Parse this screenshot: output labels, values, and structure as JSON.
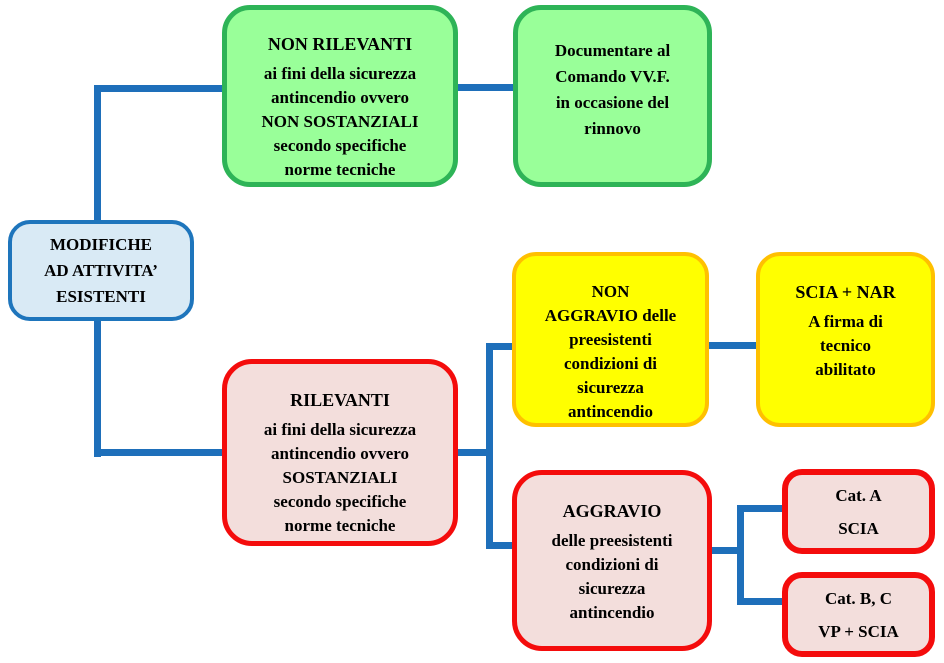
{
  "title": "Flowchart: modifiche ad attività esistenti (antincendio)",
  "colors": {
    "connector": "#1E6FBA",
    "blue_fill": "#D9EAF5",
    "blue_border": "#1E75BC",
    "green_fill": "#99FF99",
    "green_border": "#2EB457",
    "yellow_fill": "#FFFF00",
    "yellow_border": "#FFC000",
    "pink_fill": "#F3DEDC",
    "red_border": "#F40C0C",
    "text": "#000000"
  },
  "nodes": {
    "modifiche": {
      "lines": [
        "MODIFICHE",
        "AD ATTIVITA’",
        "ESISTENTI"
      ]
    },
    "non_rilevanti": {
      "heading": "NON RILEVANTI",
      "lines": [
        "ai fini della sicurezza",
        "antincendio ovvero",
        "NON SOSTANZIALI",
        "secondo specifiche",
        "norme tecniche"
      ]
    },
    "documentare": {
      "lines": [
        "Documentare al",
        "Comando VV.F.",
        "in occasione del",
        "rinnovo"
      ]
    },
    "rilevanti": {
      "heading": "RILEVANTI",
      "lines": [
        "ai fini della sicurezza",
        "antincendio ovvero",
        "SOSTANZIALI",
        "secondo specifiche",
        "norme tecniche"
      ]
    },
    "non_aggravio": {
      "lines": [
        "NON",
        "AGGRAVIO delle",
        "preesistenti",
        "condizioni di",
        "sicurezza",
        "antincendio"
      ]
    },
    "scia_nar": {
      "heading": "SCIA + NAR",
      "lines": [
        "A firma di",
        "tecnico",
        "abilitato"
      ]
    },
    "aggravio": {
      "heading": "AGGRAVIO",
      "lines": [
        "delle preesistenti",
        "condizioni di",
        "sicurezza",
        "antincendio"
      ]
    },
    "cat_a": {
      "lines": [
        "Cat. A",
        "SCIA"
      ]
    },
    "cat_bc": {
      "lines": [
        "Cat. B, C",
        "VP + SCIA"
      ]
    }
  }
}
